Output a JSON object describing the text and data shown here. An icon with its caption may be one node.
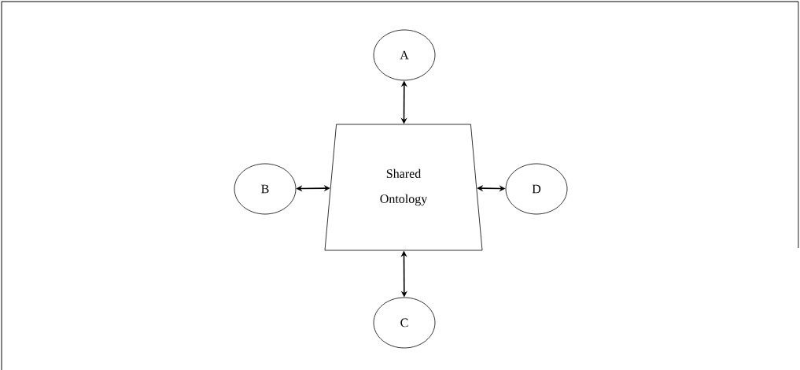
{
  "diagram": {
    "nodes": [
      {
        "text": [
          "A"
        ]
      },
      {
        "text": [
          "Shared Ontology"
        ]
      },
      {
        "text": [
          "B"
        ]
      },
      {
        "text": [
          "D"
        ]
      },
      {
        "text": [
          "C"
        ]
      }
    ],
    "edges": [
      {
        "from": 0,
        "to": 1,
        "arrow": "both"
      },
      {
        "from": 2,
        "to": 1,
        "arrow": "both"
      },
      {
        "from": 1,
        "to": 3,
        "arrow": "both"
      },
      {
        "from": 1,
        "to": 4,
        "arrow": "both"
      }
    ]
  }
}
